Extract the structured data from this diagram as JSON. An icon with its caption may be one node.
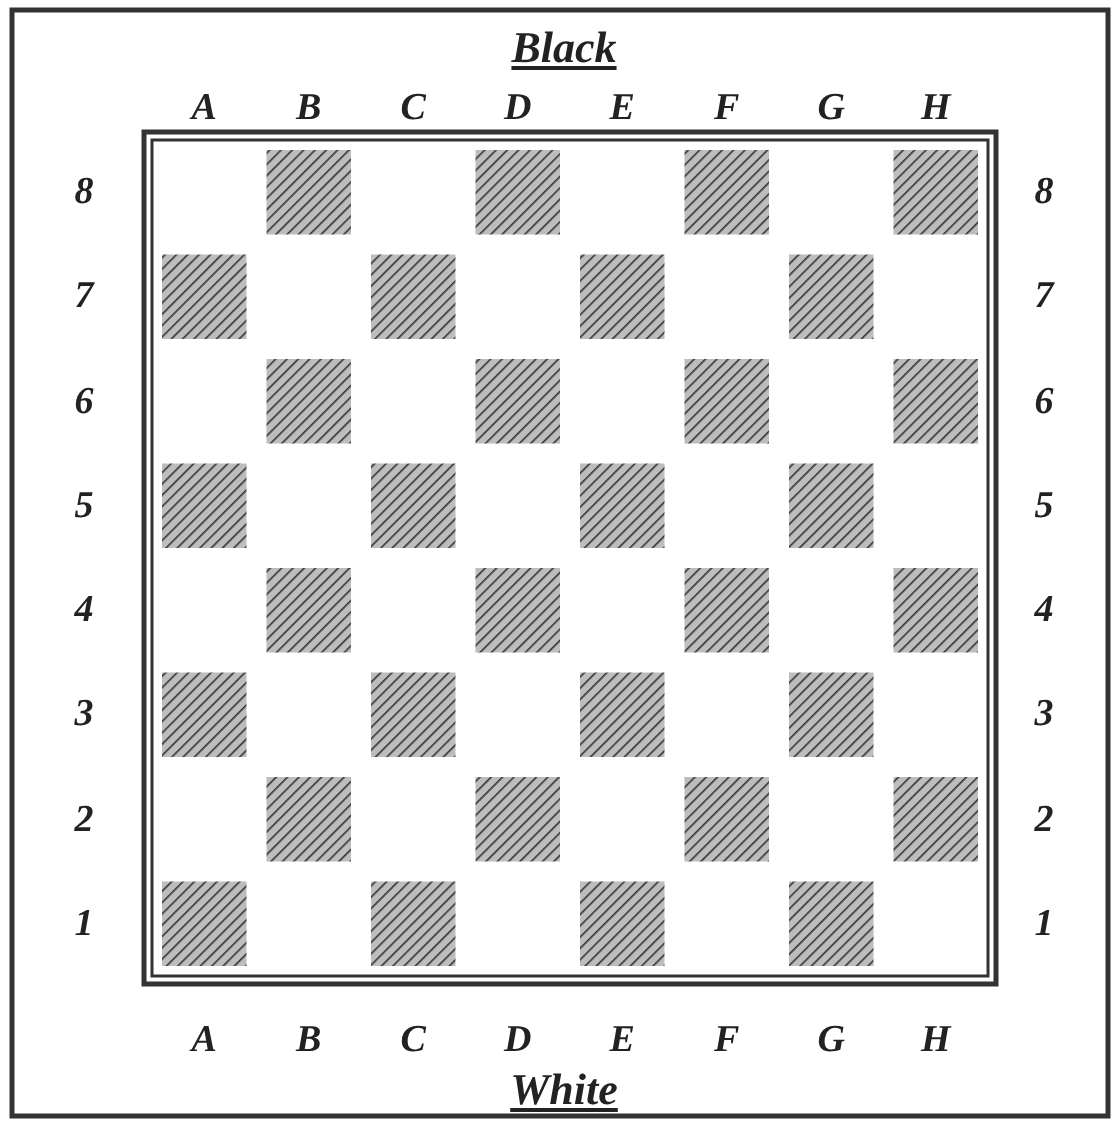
{
  "diagram": {
    "labels": [
      "Black",
      "A",
      "B",
      "C",
      "D",
      "E",
      "F",
      "G",
      "H",
      "8",
      "8",
      "7",
      "7",
      "6",
      "6",
      "5",
      "5",
      "4",
      "4",
      "3",
      "3",
      "2",
      "2",
      "1",
      "1",
      "A",
      "B",
      "C",
      "D",
      "E",
      "F",
      "G",
      "H",
      "White"
    ]
  }
}
